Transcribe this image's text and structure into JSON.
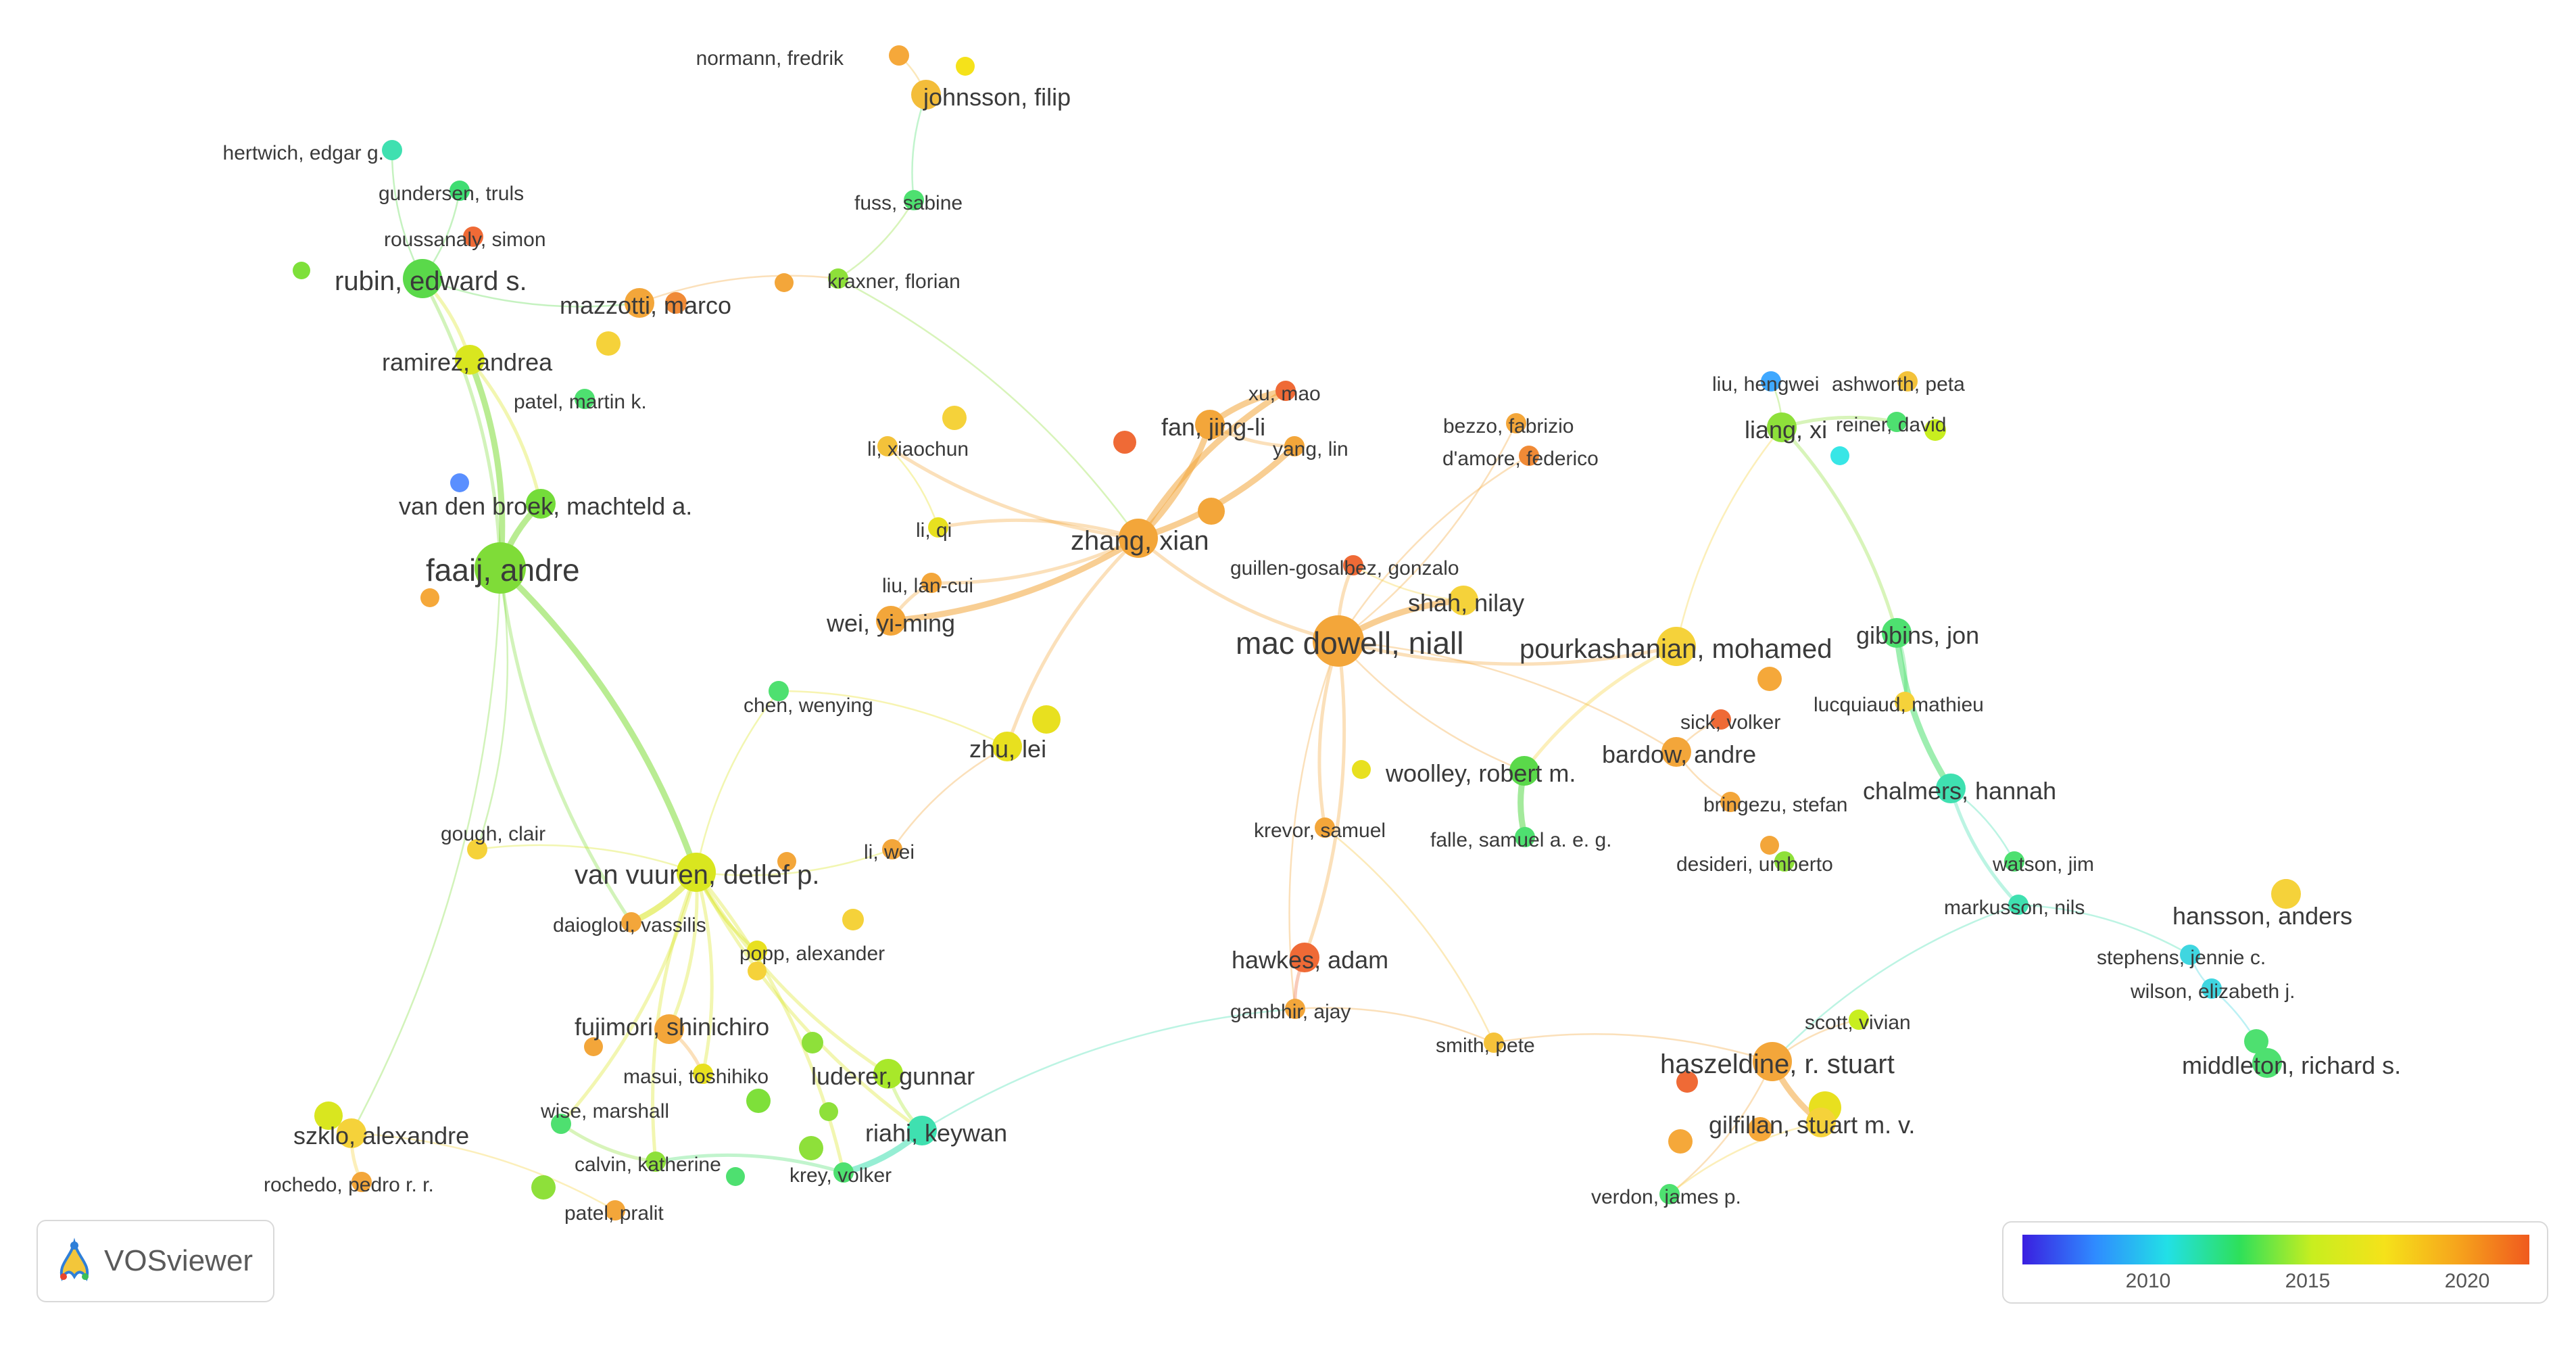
{
  "app": {
    "name": "VOSviewer"
  },
  "legend": {
    "ticks": [
      "2010",
      "2015",
      "2020"
    ],
    "colors": [
      "#3a1fe0",
      "#2f8bff",
      "#22e0e6",
      "#2ee05a",
      "#c8ee1f",
      "#f5e21a",
      "#f6a51c",
      "#f05a1e"
    ]
  },
  "network": {
    "nodes": [
      {
        "id": "normann",
        "label": "normann, fredrik",
        "color": "#f5a83a",
        "size": 1
      },
      {
        "id": "johnsson",
        "label": "johnsson, filip",
        "color": "#f3bd3a",
        "size": 2
      },
      {
        "id": "hertwich",
        "label": "hertwich, edgar g.",
        "color": "#3fe0b0",
        "size": 1
      },
      {
        "id": "gundersen",
        "label": "gundersen, truls",
        "color": "#3fdd72",
        "size": 1
      },
      {
        "id": "roussanaly",
        "label": "roussanaly, simon",
        "color": "#ef6a36",
        "size": 1
      },
      {
        "id": "fuss",
        "label": "fuss, sabine",
        "color": "#4ee070",
        "size": 1
      },
      {
        "id": "rubin",
        "label": "rubin, edward s.",
        "color": "#5ad94a",
        "size": 3
      },
      {
        "id": "mazzotti",
        "label": "mazzotti, marco",
        "color": "#f3a63a",
        "size": 2
      },
      {
        "id": "kraxner",
        "label": "kraxner, florian",
        "color": "#8ee03a",
        "size": 1
      },
      {
        "id": "ramirez",
        "label": "ramirez, andrea",
        "color": "#d9e61f",
        "size": 2
      },
      {
        "id": "patel_martin",
        "label": "patel, martin k.",
        "color": "#4ee070",
        "size": 1
      },
      {
        "id": "van_den_broek",
        "label": "van den broek, machteld a.",
        "color": "#74dc3a",
        "size": 2
      },
      {
        "id": "faaij",
        "label": "faaij, andre",
        "color": "#7fdc38",
        "size": 4
      },
      {
        "id": "xu_mao",
        "label": "xu, mao",
        "color": "#ef6a36",
        "size": 1
      },
      {
        "id": "fan",
        "label": "fan, jing-li",
        "color": "#f3a63a",
        "size": 2
      },
      {
        "id": "yang",
        "label": "yang, lin",
        "color": "#f3a63a",
        "size": 1
      },
      {
        "id": "li_xiaochun",
        "label": "li, xiaochun",
        "color": "#f3c23a",
        "size": 1
      },
      {
        "id": "li_qi",
        "label": "li, qi",
        "color": "#e8e01f",
        "size": 1
      },
      {
        "id": "zhang",
        "label": "zhang, xian",
        "color": "#f3a63a",
        "size": 3
      },
      {
        "id": "liu_lancui",
        "label": "liu, lan-cui",
        "color": "#f3a63a",
        "size": 1
      },
      {
        "id": "wei_yiming",
        "label": "wei, yi-ming",
        "color": "#f3a63a",
        "size": 2
      },
      {
        "id": "bezzo",
        "label": "bezzo, fabrizio",
        "color": "#f3a63a",
        "size": 1
      },
      {
        "id": "damore",
        "label": "d'amore, federico",
        "color": "#f08a36",
        "size": 1
      },
      {
        "id": "liu_hengwei",
        "label": "liu, hengwei",
        "color": "#3fa8ff",
        "size": 1
      },
      {
        "id": "ashworth",
        "label": "ashworth, peta",
        "color": "#f3c23a",
        "size": 1
      },
      {
        "id": "liang",
        "label": "liang, xi",
        "color": "#8ee03a",
        "size": 2
      },
      {
        "id": "reiner",
        "label": "reiner, david",
        "color": "#4ee070",
        "size": 1
      },
      {
        "id": "guillen",
        "label": "guillen-gosalbez, gonzalo",
        "color": "#ef6a36",
        "size": 1
      },
      {
        "id": "shah",
        "label": "shah, nilay",
        "color": "#f5d23a",
        "size": 2
      },
      {
        "id": "mac_dowell",
        "label": "mac dowell, niall",
        "color": "#f3a63a",
        "size": 4
      },
      {
        "id": "pourkashanian",
        "label": "pourkashanian, mohamed",
        "color": "#f5d23a",
        "size": 3
      },
      {
        "id": "gibbins",
        "label": "gibbins, jon",
        "color": "#4ee070",
        "size": 2
      },
      {
        "id": "chen_wenying",
        "label": "chen, wenying",
        "color": "#4ee070",
        "size": 1
      },
      {
        "id": "zhu",
        "label": "zhu, lei",
        "color": "#e8e01f",
        "size": 2
      },
      {
        "id": "sick",
        "label": "sick, volker",
        "color": "#ef6a36",
        "size": 1
      },
      {
        "id": "lucquiaud",
        "label": "lucquiaud, mathieu",
        "color": "#f5d23a",
        "size": 1
      },
      {
        "id": "woolley",
        "label": "woolley, robert m.",
        "color": "#5ad94a",
        "size": 2
      },
      {
        "id": "bardow",
        "label": "bardow, andre",
        "color": "#f3a63a",
        "size": 2
      },
      {
        "id": "chalmers",
        "label": "chalmers, hannah",
        "color": "#3fe0b0",
        "size": 2
      },
      {
        "id": "bringezu",
        "label": "bringezu, stefan",
        "color": "#f3a63a",
        "size": 1
      },
      {
        "id": "gough",
        "label": "gough, clair",
        "color": "#f5d23a",
        "size": 1
      },
      {
        "id": "krevor",
        "label": "krevor, samuel",
        "color": "#f3a63a",
        "size": 1
      },
      {
        "id": "falle",
        "label": "falle, samuel a. e. g.",
        "color": "#4ee070",
        "size": 1
      },
      {
        "id": "li_wei",
        "label": "li, wei",
        "color": "#f3a63a",
        "size": 1
      },
      {
        "id": "van_vuuren",
        "label": "van vuuren, detlef p.",
        "color": "#d9e61f",
        "size": 3
      },
      {
        "id": "desideri",
        "label": "desideri, umberto",
        "color": "#8ee03a",
        "size": 1
      },
      {
        "id": "watson",
        "label": "watson, jim",
        "color": "#4ee070",
        "size": 1
      },
      {
        "id": "daioglou",
        "label": "daioglou, vassilis",
        "color": "#f3a63a",
        "size": 1
      },
      {
        "id": "markusson",
        "label": "markusson, nils",
        "color": "#3fe0b0",
        "size": 1
      },
      {
        "id": "hansson",
        "label": "hansson, anders",
        "color": "#f5d23a",
        "size": 2
      },
      {
        "id": "popp",
        "label": "popp, alexander",
        "color": "#e8e01f",
        "size": 1
      },
      {
        "id": "hawkes",
        "label": "hawkes, adam",
        "color": "#ef6a36",
        "size": 2
      },
      {
        "id": "stephens",
        "label": "stephens, jennie c.",
        "color": "#3fd6e0",
        "size": 1
      },
      {
        "id": "wilson",
        "label": "wilson, elizabeth j.",
        "color": "#3fd6e0",
        "size": 1
      },
      {
        "id": "gambhir",
        "label": "gambhir, ajay",
        "color": "#f3a63a",
        "size": 1
      },
      {
        "id": "fujimori",
        "label": "fujimori, shinichiro",
        "color": "#f3a63a",
        "size": 2
      },
      {
        "id": "scott",
        "label": "scott, vivian",
        "color": "#c8ee1f",
        "size": 1
      },
      {
        "id": "smith_pete",
        "label": "smith, pete",
        "color": "#f5c23a",
        "size": 1
      },
      {
        "id": "middleton",
        "label": "middleton, richard s.",
        "color": "#4ee070",
        "size": 2
      },
      {
        "id": "masui",
        "label": "masui, toshihiko",
        "color": "#e8e01f",
        "size": 1
      },
      {
        "id": "luderer",
        "label": "luderer, gunnar",
        "color": "#a8e82a",
        "size": 2
      },
      {
        "id": "haszeldine",
        "label": "haszeldine, r. stuart",
        "color": "#f3a63a",
        "size": 3
      },
      {
        "id": "wise",
        "label": "wise, marshall",
        "color": "#4ee070",
        "size": 1
      },
      {
        "id": "szklo",
        "label": "szklo, alexandre",
        "color": "#f5d23a",
        "size": 2
      },
      {
        "id": "riahi",
        "label": "riahi, keywan",
        "color": "#3fe0b0",
        "size": 2
      },
      {
        "id": "gilfillan",
        "label": "gilfillan, stuart m. v.",
        "color": "#f5d23a",
        "size": 2
      },
      {
        "id": "calvin",
        "label": "calvin, katherine",
        "color": "#8ee03a",
        "size": 1
      },
      {
        "id": "krey",
        "label": "krey, volker",
        "color": "#4ee070",
        "size": 1
      },
      {
        "id": "rochedo",
        "label": "rochedo, pedro r. r.",
        "color": "#f3a63a",
        "size": 1
      },
      {
        "id": "patel_pralit",
        "label": "patel, pralit",
        "color": "#f3a63a",
        "size": 1
      },
      {
        "id": "verdon",
        "label": "verdon, james p.",
        "color": "#4ee070",
        "size": 1
      }
    ],
    "edges": [
      [
        "faaij",
        "van_vuuren",
        3
      ],
      [
        "faaij",
        "ramirez",
        3
      ],
      [
        "faaij",
        "van_den_broek",
        3
      ],
      [
        "faaij",
        "rubin",
        2
      ],
      [
        "faaij",
        "szklo",
        1
      ],
      [
        "faaij",
        "daioglou",
        2
      ],
      [
        "faaij",
        "gough",
        1
      ],
      [
        "ramirez",
        "rubin",
        2
      ],
      [
        "ramirez",
        "van_den_broek",
        2
      ],
      [
        "rubin",
        "mazzotti",
        1
      ],
      [
        "rubin",
        "hertwich",
        1
      ],
      [
        "rubin",
        "gundersen",
        1
      ],
      [
        "mazzotti",
        "kraxner",
        1
      ],
      [
        "kraxner",
        "fuss",
        1
      ],
      [
        "fuss",
        "johnsson",
        1
      ],
      [
        "johnsson",
        "normann",
        1
      ],
      [
        "kraxner",
        "zhang",
        1
      ],
      [
        "zhang",
        "fan",
        4
      ],
      [
        "zhang",
        "xu_mao",
        3
      ],
      [
        "zhang",
        "yang",
        3
      ],
      [
        "zhang",
        "wei_yiming",
        3
      ],
      [
        "zhang",
        "li_qi",
        2
      ],
      [
        "zhang",
        "liu_lancui",
        2
      ],
      [
        "zhang",
        "zhu",
        2
      ],
      [
        "zhang",
        "li_xiaochun",
        2
      ],
      [
        "zhang",
        "mac_dowell",
        2
      ],
      [
        "fan",
        "xu_mao",
        3
      ],
      [
        "fan",
        "yang",
        2
      ],
      [
        "wei_yiming",
        "liu_lancui",
        2
      ],
      [
        "li_qi",
        "li_xiaochun",
        1
      ],
      [
        "mac_dowell",
        "shah",
        3
      ],
      [
        "mac_dowell",
        "pourkashanian",
        2
      ],
      [
        "mac_dowell",
        "guillen",
        2
      ],
      [
        "mac_dowell",
        "krevor",
        2
      ],
      [
        "mac_dowell",
        "hawkes",
        2
      ],
      [
        "mac_dowell",
        "woolley",
        1
      ],
      [
        "mac_dowell",
        "bardow",
        1
      ],
      [
        "mac_dowell",
        "gambhir",
        1
      ],
      [
        "mac_dowell",
        "damore",
        1
      ],
      [
        "mac_dowell",
        "bezzo",
        1
      ],
      [
        "shah",
        "guillen",
        1
      ],
      [
        "pourkashanian",
        "woolley",
        2
      ],
      [
        "pourkashanian",
        "liang",
        1
      ],
      [
        "woolley",
        "falle",
        3
      ],
      [
        "bardow",
        "sick",
        1
      ],
      [
        "bardow",
        "bringezu",
        1
      ],
      [
        "liang",
        "reiner",
        2
      ],
      [
        "liang",
        "liu_hengwei",
        1
      ],
      [
        "liang",
        "gibbins",
        2
      ],
      [
        "gibbins",
        "chalmers",
        3
      ],
      [
        "gibbins",
        "lucquiaud",
        2
      ],
      [
        "chalmers",
        "markusson",
        2
      ],
      [
        "chalmers",
        "watson",
        1
      ],
      [
        "markusson",
        "haszeldine",
        1
      ],
      [
        "markusson",
        "stephens",
        1
      ],
      [
        "stephens",
        "wilson",
        1
      ],
      [
        "wilson",
        "middleton",
        1
      ],
      [
        "haszeldine",
        "gilfillan",
        3
      ],
      [
        "haszeldine",
        "scott",
        1
      ],
      [
        "haszeldine",
        "smith_pete",
        1
      ],
      [
        "haszeldine",
        "verdon",
        1
      ],
      [
        "gilfillan",
        "verdon",
        1
      ],
      [
        "van_vuuren",
        "daioglou",
        3
      ],
      [
        "van_vuuren",
        "popp",
        2
      ],
      [
        "van_vuuren",
        "fujimori",
        2
      ],
      [
        "van_vuuren",
        "luderer",
        2
      ],
      [
        "van_vuuren",
        "masui",
        2
      ],
      [
        "van_vuuren",
        "riahi",
        2
      ],
      [
        "van_vuuren",
        "krey",
        2
      ],
      [
        "van_vuuren",
        "calvin",
        2
      ],
      [
        "van_vuuren",
        "wise",
        2
      ],
      [
        "van_vuuren",
        "li_wei",
        1
      ],
      [
        "van_vuuren",
        "chen_wenying",
        1
      ],
      [
        "van_vuuren",
        "gough",
        1
      ],
      [
        "fujimori",
        "masui",
        2
      ],
      [
        "luderer",
        "riahi",
        2
      ],
      [
        "riahi",
        "krey",
        3
      ],
      [
        "krey",
        "calvin",
        2
      ],
      [
        "calvin",
        "wise",
        2
      ],
      [
        "szklo",
        "rochedo",
        2
      ],
      [
        "szklo",
        "patel_pralit",
        1
      ],
      [
        "hawkes",
        "gambhir",
        2
      ],
      [
        "gambhir",
        "smith_pete",
        1
      ],
      [
        "smith_pete",
        "krevor",
        1
      ],
      [
        "riahi",
        "gambhir",
        1
      ],
      [
        "zhu",
        "chen_wenying",
        1
      ],
      [
        "li_wei",
        "zhu",
        1
      ]
    ]
  }
}
